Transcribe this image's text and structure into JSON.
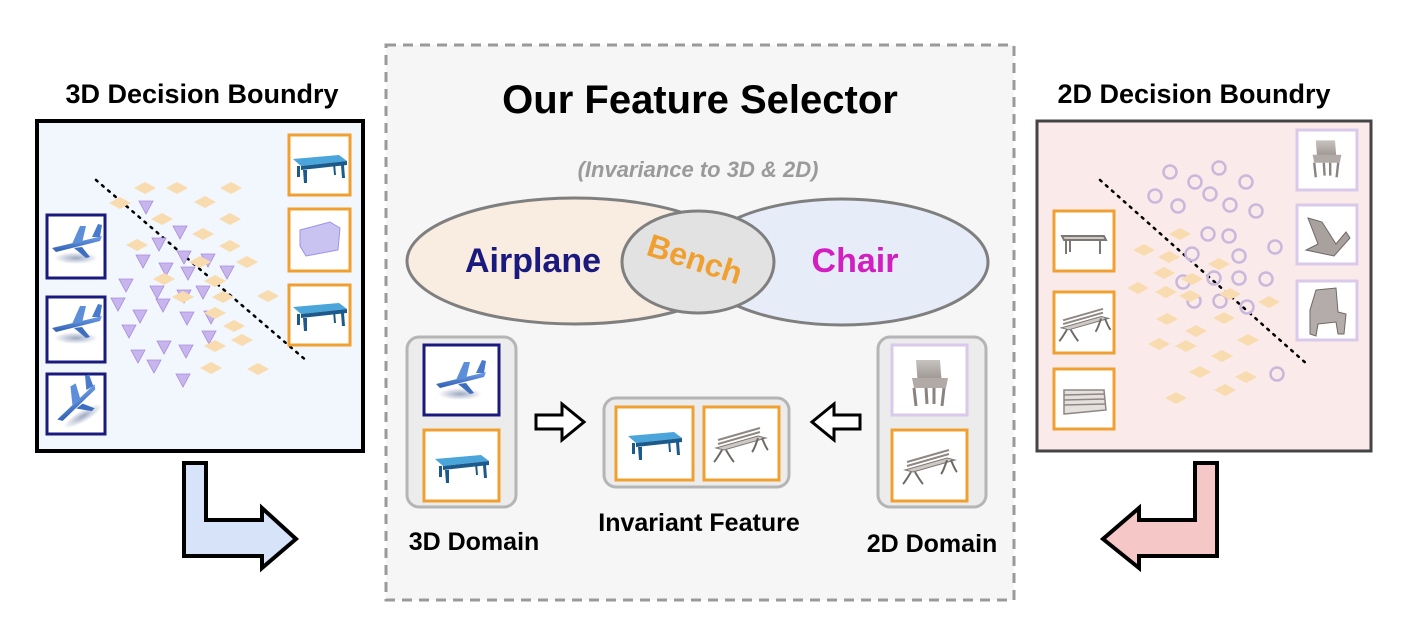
{
  "left": {
    "title": "3D Decision Boundry"
  },
  "right": {
    "title": "2D Decision Boundry"
  },
  "center": {
    "title": "Our Feature Selector",
    "subtitle": "(Invariance to 3D & 2D)",
    "venn": {
      "left_label": "Airplane",
      "overlap_label": "Bench",
      "right_label": "Chair"
    },
    "domain_3d_label": "3D Domain",
    "invariant_label": "Invariant Feature",
    "domain_2d_label": "2D Domain"
  },
  "colors": {
    "navy": "#1a1a7e",
    "orange": "#f0a030",
    "magenta": "#d21fbf",
    "lavender": "#d9c9ea",
    "left_panel_bg": "#f2f6fd",
    "right_panel_bg": "#faeaea",
    "center_bg": "#f6f6f6",
    "airplane_ellipse": "#f9ece0",
    "chair_ellipse": "#e5ecf8",
    "triangle": "#c9b5ee",
    "diamond": "#f8dcb0",
    "circle": "#d4c5e1",
    "arrow_blue": "#d7e3f8",
    "arrow_pink": "#f5c7c7"
  },
  "icons": [
    "airplane-pointcloud-icon",
    "bench-pointcloud-icon",
    "bench-mesh-icon",
    "chair-mesh-icon",
    "hollow-arrow-right-icon",
    "hollow-arrow-left-icon",
    "elbow-arrow-icon"
  ]
}
